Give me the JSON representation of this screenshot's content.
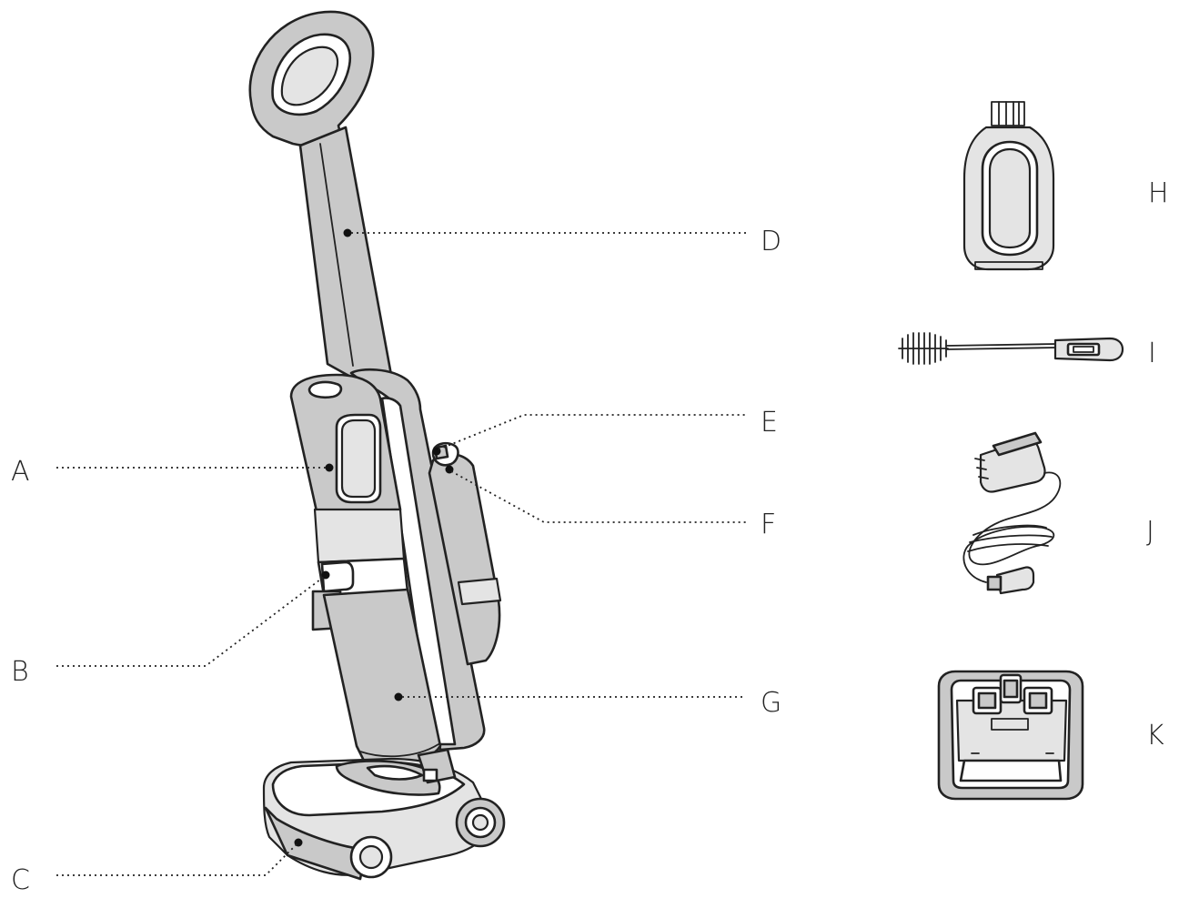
{
  "labels": {
    "a": "A",
    "b": "B",
    "c": "C",
    "d": "D",
    "e": "E",
    "f": "F",
    "g": "G",
    "h": "H",
    "i": "I",
    "j": "J",
    "k": "K"
  },
  "colors": {
    "line": "#222222",
    "fill_gray": "#c9c9c9",
    "fill_light": "#e4e4e4",
    "background": "#ffffff"
  }
}
